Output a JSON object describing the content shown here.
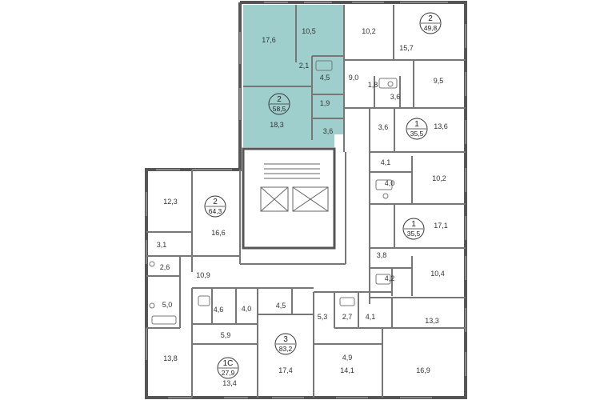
{
  "colors": {
    "wall": "#555555",
    "thin_wall": "#888888",
    "highlight": "#9ecfcd",
    "background": "#ffffff",
    "text": "#333333"
  },
  "apartments": [
    {
      "id": "a-58-5",
      "rooms": "2",
      "area": "58,5",
      "highlighted": true
    },
    {
      "id": "a-49-8",
      "rooms": "2",
      "area": "49,8",
      "highlighted": false
    },
    {
      "id": "a-35-5-top",
      "rooms": "1",
      "area": "35,5",
      "highlighted": false
    },
    {
      "id": "a-35-5-mid",
      "rooms": "1",
      "area": "35,5",
      "highlighted": false
    },
    {
      "id": "a-64-3",
      "rooms": "2",
      "area": "64,3",
      "highlighted": false
    },
    {
      "id": "a-83-2",
      "rooms": "3",
      "area": "83,2",
      "highlighted": false
    },
    {
      "id": "a-27-9",
      "rooms": "1С",
      "area": "27,9",
      "highlighted": false
    }
  ],
  "room_labels": [
    "17,6",
    "10,5",
    "2,1",
    "4,5",
    "1,9",
    "18,3",
    "3,6",
    "10,2",
    "15,7",
    "9,0",
    "1,8",
    "3,6",
    "9,5",
    "3,6",
    "13,6",
    "4,1",
    "4,0",
    "10,2",
    "17,1",
    "3,8",
    "4,2",
    "10,4",
    "12,3",
    "16,6",
    "3,1",
    "2,6",
    "10,9",
    "5,0",
    "4,6",
    "4,0",
    "4,5",
    "5,3",
    "2,7",
    "4,1",
    "13,3",
    "5,9",
    "4,9",
    "13,8",
    "13,4",
    "17,4",
    "14,1",
    "16,9"
  ]
}
